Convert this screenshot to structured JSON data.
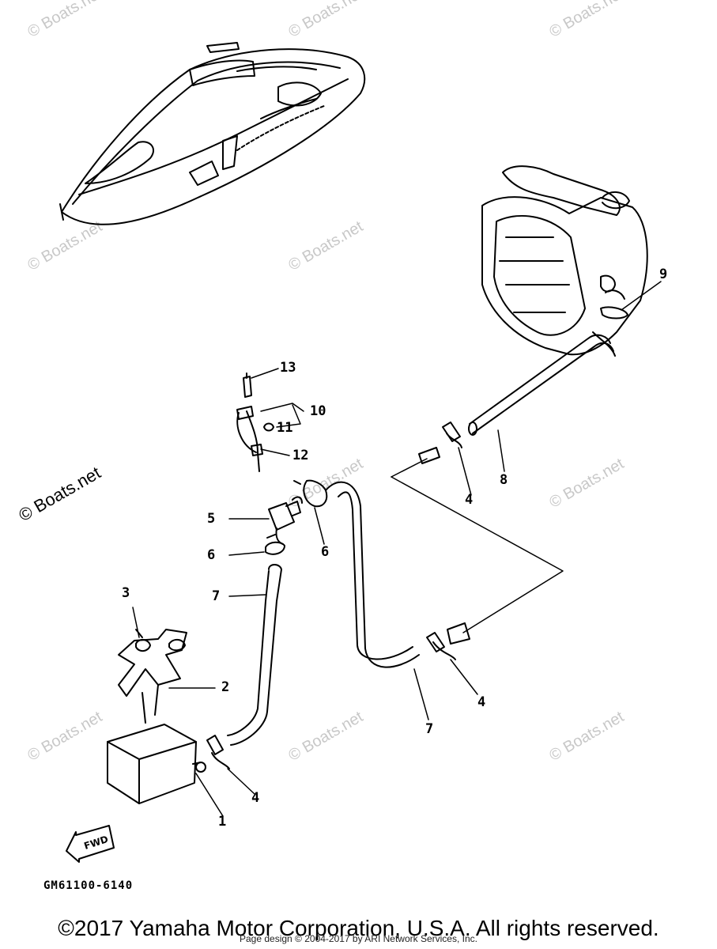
{
  "watermark": "© Boats.net",
  "watermark_large": "© Boats.net",
  "callouts": {
    "c1": "1",
    "c2": "2",
    "c3": "3",
    "c4a": "4",
    "c4b": "4",
    "c4c": "4",
    "c5": "5",
    "c6a": "6",
    "c6b": "6",
    "c7a": "7",
    "c7b": "7",
    "c8": "8",
    "c9": "9",
    "c10": "10",
    "c11": "11",
    "c12": "12",
    "c13": "13"
  },
  "fwd_label": "FWD",
  "diagram_code": "GM61100-6140",
  "copyright": "©2017 Yamaha Motor Corporation, U.S.A. All rights reserved.",
  "page_credit": "Page design © 2004-2017 by ARI Network Services, Inc."
}
